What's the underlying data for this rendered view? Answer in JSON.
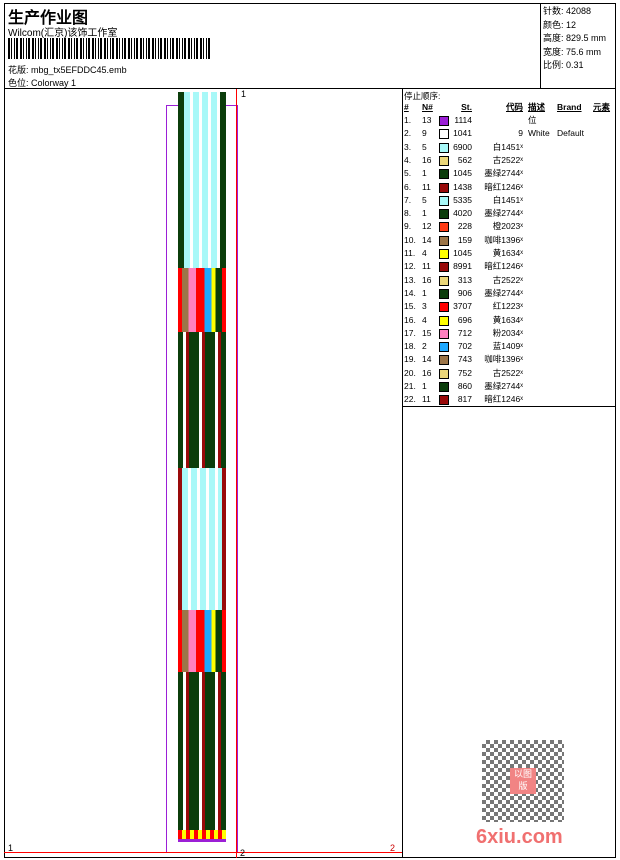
{
  "header": {
    "title": "生产作业图",
    "company": "Wilcom(汇京)该饰工作室",
    "file_label": "花版:",
    "file": "mbg_tx5EFDDC45.emb",
    "colorway_label": "色位:",
    "colorway": "Colorway 1"
  },
  "info": [
    {
      "label": "针数:",
      "value": "42088"
    },
    {
      "label": "颜色:",
      "value": "12"
    },
    {
      "label": "高度:",
      "value": "829.5 mm"
    },
    {
      "label": "宽度:",
      "value": "75.6 mm"
    },
    {
      "label": "比例:",
      "value": "0.31"
    }
  ],
  "table": {
    "title": "停止顺序:",
    "headers": [
      "#",
      "N#",
      "St.",
      "代码",
      "描述",
      "Brand",
      "元素"
    ],
    "rows": [
      [
        "1.",
        "13",
        "#9b1fd6",
        "1114",
        "",
        "位",
        ""
      ],
      [
        "2.",
        "9",
        "#ffffff",
        "1041",
        "9",
        "White",
        "Default"
      ],
      [
        "3.",
        "5",
        "#a8f8f8",
        "6900",
        "白1451ˣ",
        "",
        ""
      ],
      [
        "4.",
        "16",
        "#ebd77a",
        "562",
        "古2522ˣ",
        "",
        ""
      ],
      [
        "5.",
        "1",
        "#0b3d0b",
        "1045",
        "墨绿2744ˣ",
        "",
        ""
      ],
      [
        "6.",
        "11",
        "#990a0a",
        "1438",
        "暗红1246ˣ",
        "",
        ""
      ],
      [
        "7.",
        "5",
        "#a8f8f8",
        "5335",
        "白1451ˣ",
        "",
        ""
      ],
      [
        "8.",
        "1",
        "#0b3d0b",
        "4020",
        "墨绿2744ˣ",
        "",
        ""
      ],
      [
        "9.",
        "12",
        "#ff3b14",
        "228",
        "橙2023ˣ",
        "",
        ""
      ],
      [
        "10.",
        "14",
        "#9c7548",
        "159",
        "咖啡1396ˣ",
        "",
        ""
      ],
      [
        "11.",
        "4",
        "#ffff00",
        "1045",
        "黄1634ˣ",
        "",
        ""
      ],
      [
        "12.",
        "11",
        "#990a0a",
        "8991",
        "暗红1246ˣ",
        "",
        ""
      ],
      [
        "13.",
        "16",
        "#ebd77a",
        "313",
        "古2522ˣ",
        "",
        ""
      ],
      [
        "14.",
        "1",
        "#0b3d0b",
        "906",
        "墨绿2744ˣ",
        "",
        ""
      ],
      [
        "15.",
        "3",
        "#ff0000",
        "3707",
        "红1223ˣ",
        "",
        ""
      ],
      [
        "16.",
        "4",
        "#ffff00",
        "696",
        "黄1634ˣ",
        "",
        ""
      ],
      [
        "17.",
        "15",
        "#ff80c0",
        "712",
        "粉2034ˣ",
        "",
        ""
      ],
      [
        "18.",
        "2",
        "#1ea8ff",
        "702",
        "蓝1409ˣ",
        "",
        ""
      ],
      [
        "19.",
        "14",
        "#9c7548",
        "743",
        "咖啡1396ˣ",
        "",
        ""
      ],
      [
        "20.",
        "16",
        "#ebd77a",
        "752",
        "古2522ˣ",
        "",
        ""
      ],
      [
        "21.",
        "1",
        "#0b3d0b",
        "860",
        "墨绿2744ˣ",
        "",
        ""
      ],
      [
        "22.",
        "11",
        "#990a0a",
        "817",
        "暗红1246ˣ",
        "",
        ""
      ]
    ]
  },
  "markers": {
    "top": "1",
    "left": "1",
    "right": "2",
    "bottom": "2"
  },
  "watermark": {
    "text": "6xiu.com",
    "seal": "以图版"
  }
}
